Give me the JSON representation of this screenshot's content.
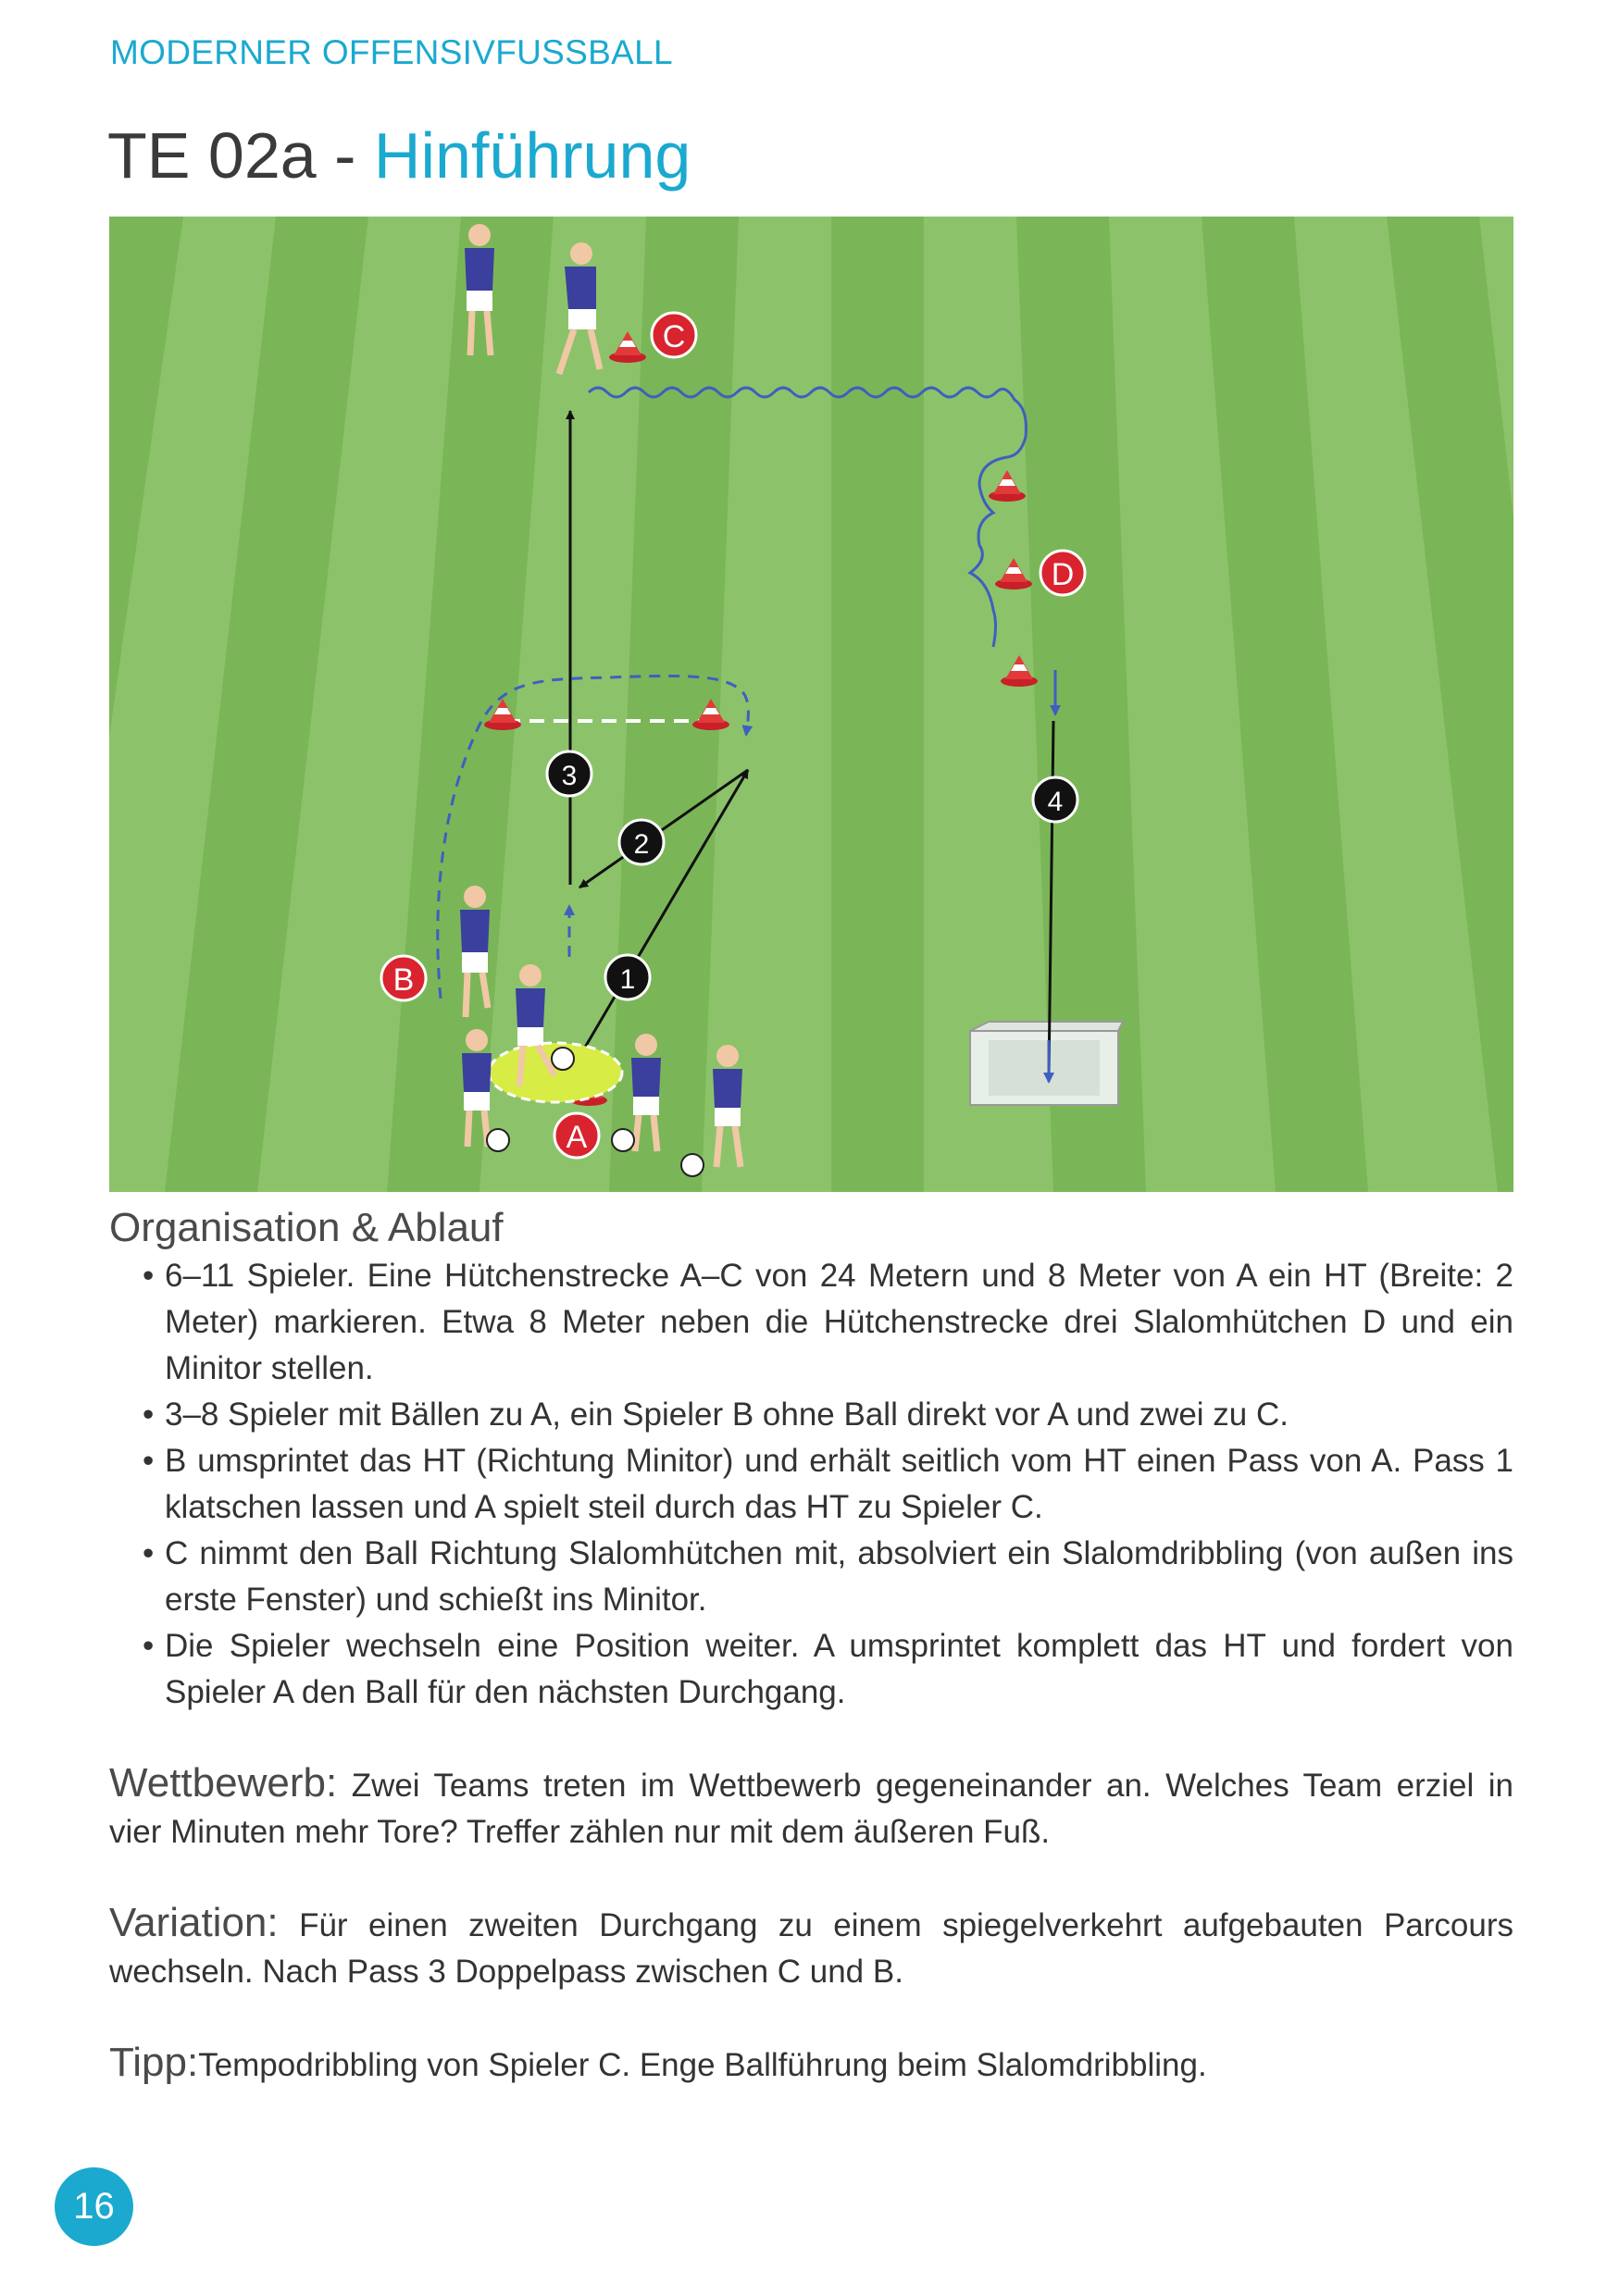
{
  "header": {
    "kicker": "MODERNER OFFENSIVFUSSBALL",
    "title_prefix": "TE 02a - ",
    "title_accent": "Hinführung"
  },
  "diagram": {
    "station_labels": [
      "A",
      "B",
      "C",
      "D"
    ],
    "pass_numbers": [
      "1",
      "2",
      "3",
      "4"
    ],
    "colors": {
      "grass_light": "#8cc36a",
      "grass_dark": "#7ab657",
      "label_red": "#d9232e",
      "run_blue": "#3f5fbf",
      "player_shirt": "#3b3f9e"
    }
  },
  "organisation": {
    "heading": "Organisation & Ablauf",
    "items": [
      "6–11 Spieler. Eine Hütchenstrecke A–C von 24 Metern und 8 Meter von A ein HT (Breite: 2 Meter) markieren. Etwa 8 Meter neben die Hütchenstrecke drei Slalomhütchen D und ein Minitor stellen.",
      "3–8 Spieler mit Bällen zu A, ein Spieler B ohne Ball direkt vor A und zwei zu C.",
      "B umsprintet das HT (Richtung Minitor) und erhält seitlich vom HT einen Pass von A. Pass 1 klatschen lassen und A spielt steil durch das HT zu Spieler C.",
      "C nimmt den Ball Richtung Slalomhütchen mit, absolviert ein Slalomdribbling (von außen ins erste Fenster) und schießt ins Minitor.",
      "Die Spieler wechseln eine Position weiter. A umsprintet komplett das HT und fordert von Spieler A den Ball für den nächsten Durchgang."
    ]
  },
  "wettbewerb": {
    "label": "Wettbewerb:",
    "text": "Zwei Teams treten im Wettbewerb gegeneinander an. Welches Team erziel in vier Minuten mehr Tore? Treffer zählen nur mit dem äußeren Fuß."
  },
  "variation": {
    "label": "Variation:",
    "text": "Für einen zweiten Durchgang zu einem spiegelverkehrt aufgebauten Parcours wechseln. Nach Pass 3 Doppelpass zwischen C und B."
  },
  "tipp": {
    "label": "Tipp:",
    "text": "Tempodribbling von Spieler C. Enge Ballführung beim Slalomdribbling."
  },
  "page_number": "16"
}
